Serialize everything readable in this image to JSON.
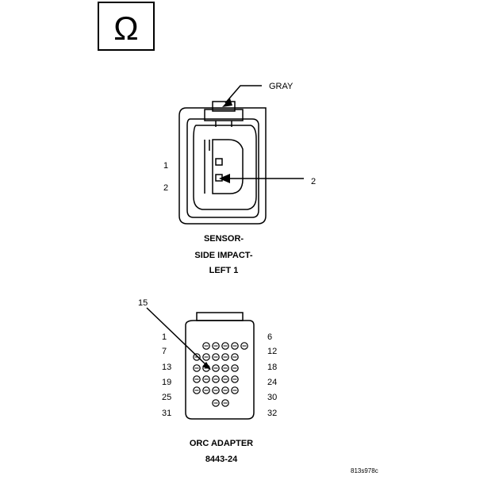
{
  "ohm_symbol": "Ω",
  "sensor_connector": {
    "color_label": "GRAY",
    "pin_labels": [
      "1",
      "2"
    ],
    "callout": "2",
    "title_lines": [
      "SENSOR-",
      "SIDE IMPACT-",
      "LEFT 1"
    ]
  },
  "orc_adapter": {
    "callout": "15",
    "left_pin_labels": [
      "1",
      "7",
      "13",
      "19",
      "25",
      "31"
    ],
    "right_pin_labels": [
      "6",
      "12",
      "18",
      "24",
      "30",
      "32"
    ],
    "title_lines": [
      "ORC ADAPTER",
      "8443-24"
    ]
  },
  "figure_id": "813s978c"
}
